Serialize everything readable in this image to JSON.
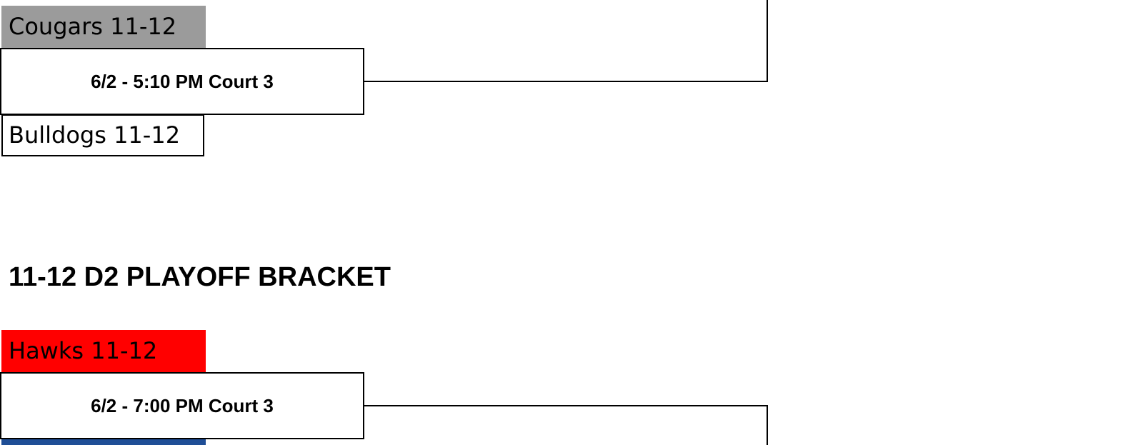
{
  "bracket_d1_continuation": {
    "team_top": {
      "name": "Cougars 11-12",
      "color": "#9b9b9b"
    },
    "game": {
      "label": "6/2 - 5:10 PM Court 3"
    },
    "team_bottom": {
      "name": "Bulldogs 11-12",
      "color": "#ffffff"
    }
  },
  "bracket_d2": {
    "title": "11-12 D2 PLAYOFF BRACKET",
    "team_top": {
      "name": "Hawks 11-12",
      "color": "#ff0000"
    },
    "game": {
      "label": "6/2 - 7:00 PM Court 3"
    },
    "team_bottom": {
      "name": "",
      "color": "#1f4e96"
    }
  }
}
